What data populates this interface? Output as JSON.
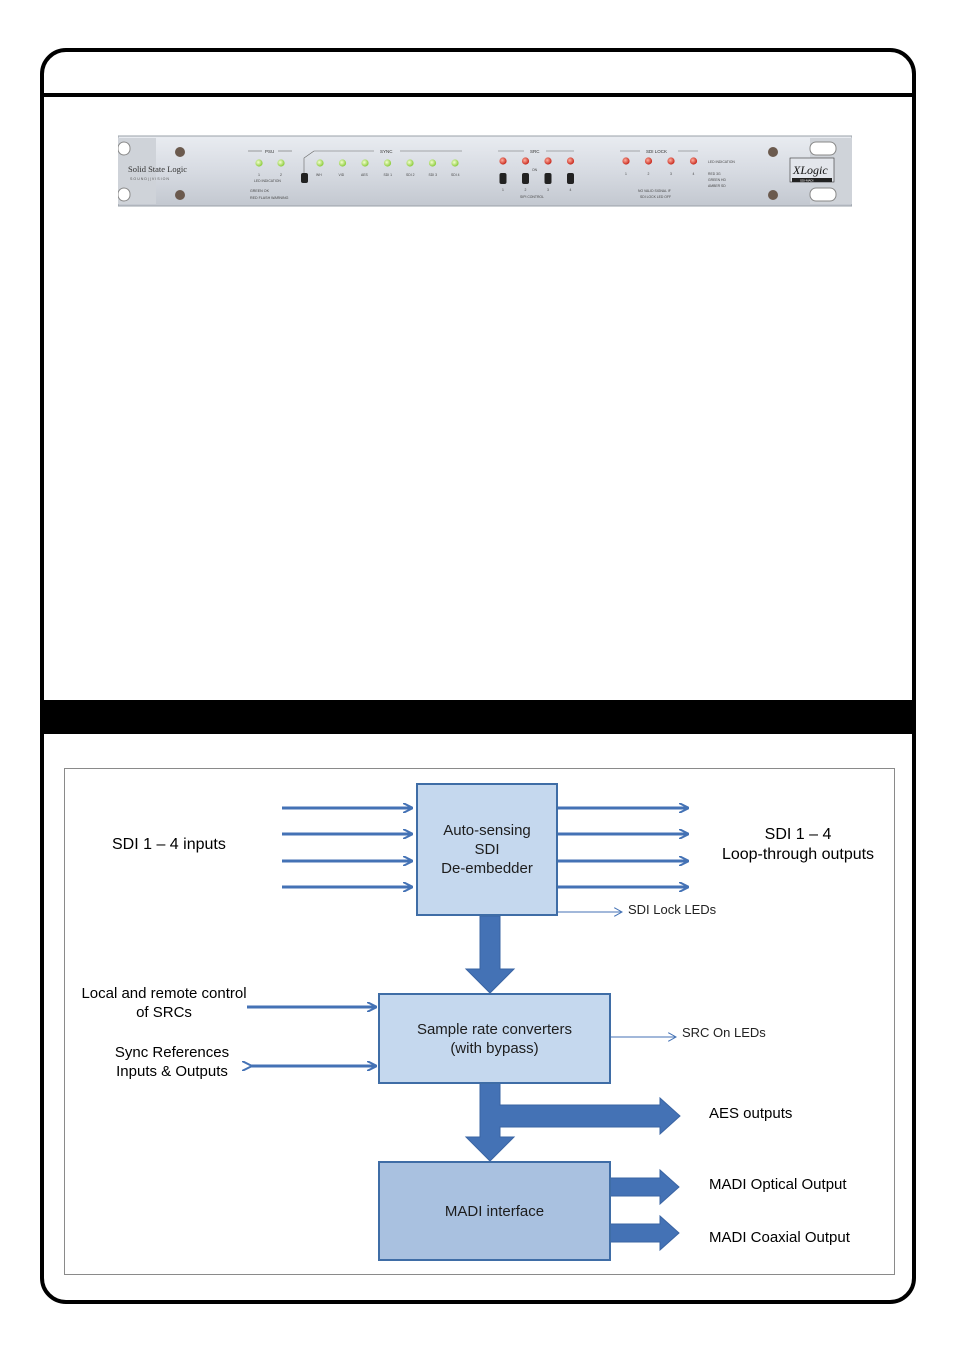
{
  "front_panel": {
    "brand": "Solid State Logic",
    "brand_tag": "S O U N D  |  |  V I S I O N",
    "sections": {
      "psu": "PSU",
      "sync": "SYNC",
      "src": "SRC",
      "sdi_lock": "SDI LOCK"
    },
    "psu_numbers": [
      "1",
      "2"
    ],
    "psu_note": "LED INDICATION",
    "psu_legend_1": "GREEN      OK",
    "psu_legend_2": "RED FLASH  WARNING",
    "sync_labels": [
      "WH",
      "VID",
      "AES",
      "SDI 1",
      "SDI 2",
      "SDI 3",
      "SDI 4"
    ],
    "src_on": "ON",
    "src_numbers": [
      "1",
      "2",
      "3",
      "4"
    ],
    "src_note": "SIPI CONTROL",
    "lock_numbers": [
      "1",
      "2",
      "3",
      "4"
    ],
    "lock_note_1": "NO VALID SIGNAL IF",
    "lock_note_2": "SDI LOCK LED OFF",
    "led_legend_title": "LED INDICATION",
    "led_legend": [
      "RED     3G",
      "GREEN   HD",
      "AMBER   SD"
    ],
    "logo": "XLogic",
    "logo_sub": "SDI-MADI"
  },
  "diagram": {
    "sdi_inputs": "SDI 1 – 4 inputs",
    "deembedder": "Auto-sensing\nSDI\nDe-embedder",
    "loop_line1": "SDI 1 – 4",
    "loop_line2": "Loop-through outputs",
    "sdi_lock_leds": "SDI Lock LEDs",
    "local_control": "Local and remote control\nof SRCs",
    "sync_refs": "Sync References\nInputs & Outputs",
    "src_box": "Sample rate converters\n(with bypass)",
    "src_on_leds": "SRC On LEDs",
    "aes_outputs": "AES outputs",
    "madi_box": "MADI interface",
    "madi_optical": "MADI Optical Output",
    "madi_coax": "MADI Coaxial Output"
  },
  "colors": {
    "box_fill": "#c5d8ee",
    "box_stroke": "#3f6da6",
    "arrow": "#4472b5",
    "madi_fill": "#a9c1e0"
  }
}
